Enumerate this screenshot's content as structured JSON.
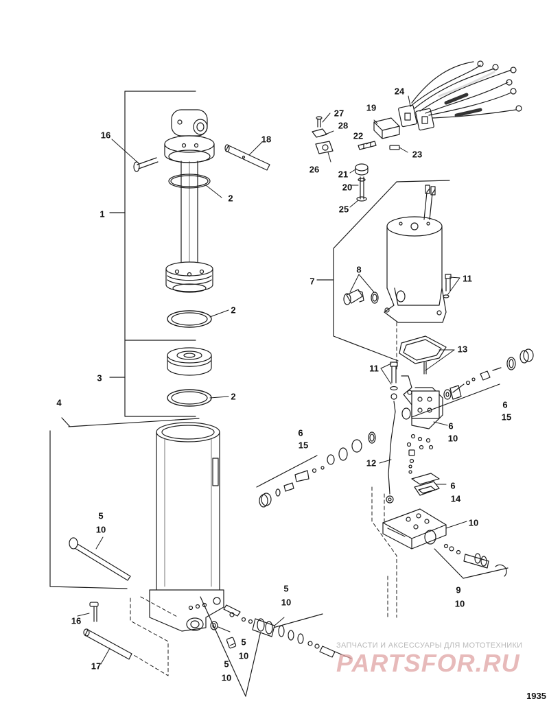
{
  "diagram": {
    "figure_number": "1935",
    "watermark_text": "ЗАПЧАСТИ И АКСЕССУАРЫ ДЛЯ МОТОТЕХНИКИ",
    "watermark_logo": "PARTSFOR.RU",
    "callouts": [
      {
        "id": "c16a",
        "text": "16"
      },
      {
        "id": "c18",
        "text": "18"
      },
      {
        "id": "c2a",
        "text": "2"
      },
      {
        "id": "c1",
        "text": "1"
      },
      {
        "id": "c2b",
        "text": "2"
      },
      {
        "id": "c3",
        "text": "3"
      },
      {
        "id": "c2c",
        "text": "2"
      },
      {
        "id": "c4",
        "text": "4"
      },
      {
        "id": "c5a",
        "text": "5"
      },
      {
        "id": "c10a",
        "text": "10"
      },
      {
        "id": "c16b",
        "text": "16"
      },
      {
        "id": "c17",
        "text": "17"
      },
      {
        "id": "c5b",
        "text": "5"
      },
      {
        "id": "c10b",
        "text": "10"
      },
      {
        "id": "c5c",
        "text": "5"
      },
      {
        "id": "c10c",
        "text": "10"
      },
      {
        "id": "c5d",
        "text": "5"
      },
      {
        "id": "c10d",
        "text": "10"
      },
      {
        "id": "c24",
        "text": "24"
      },
      {
        "id": "c27",
        "text": "27"
      },
      {
        "id": "c19",
        "text": "19"
      },
      {
        "id": "c28",
        "text": "28"
      },
      {
        "id": "c22",
        "text": "22"
      },
      {
        "id": "c23",
        "text": "23"
      },
      {
        "id": "c26",
        "text": "26"
      },
      {
        "id": "c21",
        "text": "21"
      },
      {
        "id": "c20",
        "text": "20"
      },
      {
        "id": "c25",
        "text": "25"
      },
      {
        "id": "c8",
        "text": "8"
      },
      {
        "id": "c7",
        "text": "7"
      },
      {
        "id": "c11a",
        "text": "11"
      },
      {
        "id": "c13",
        "text": "13"
      },
      {
        "id": "c11b",
        "text": "11"
      },
      {
        "id": "c6a",
        "text": "6"
      },
      {
        "id": "c15a",
        "text": "15"
      },
      {
        "id": "c6b",
        "text": "6"
      },
      {
        "id": "c15b",
        "text": "15"
      },
      {
        "id": "c6c",
        "text": "6"
      },
      {
        "id": "c10e",
        "text": "10"
      },
      {
        "id": "c12",
        "text": "12"
      },
      {
        "id": "c6d",
        "text": "6"
      },
      {
        "id": "c14",
        "text": "14"
      },
      {
        "id": "c10f",
        "text": "10"
      },
      {
        "id": "c9",
        "text": "9"
      },
      {
        "id": "c10g",
        "text": "10"
      }
    ]
  }
}
